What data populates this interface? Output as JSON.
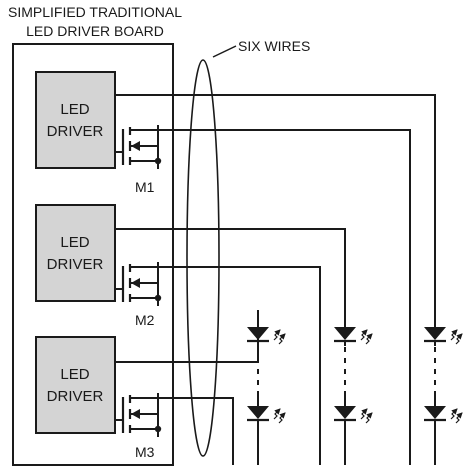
{
  "board_title": [
    "SIMPLIFIED TRADITIONAL",
    "LED DRIVER BOARD"
  ],
  "wires_label": "SIX WIRES",
  "drivers": [
    {
      "line1": "LED",
      "line2": "DRIVER",
      "mosfet": "M1"
    },
    {
      "line1": "LED",
      "line2": "DRIVER",
      "mosfet": "M2"
    },
    {
      "line1": "LED",
      "line2": "DRIVER",
      "mosfet": "M3"
    }
  ],
  "colors": {
    "line": "#1a1a1a",
    "driver_fill": "#d4d4d4",
    "background": "#ffffff"
  }
}
